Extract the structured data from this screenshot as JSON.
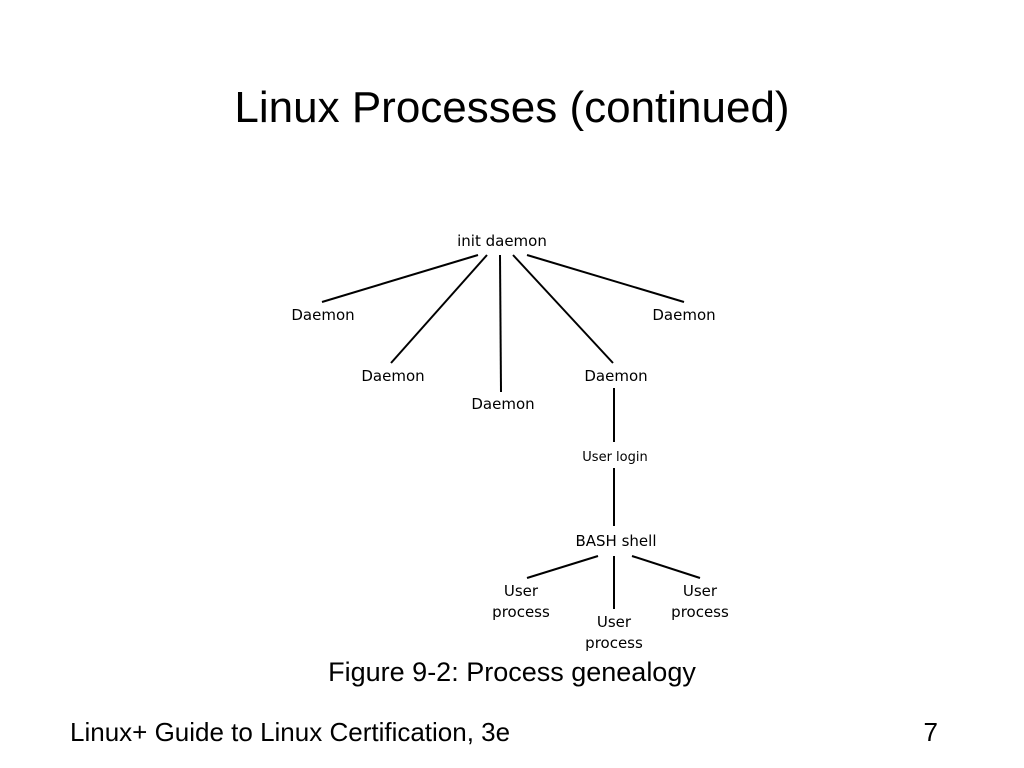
{
  "slide": {
    "title": "Linux Processes (continued)",
    "caption": "Figure 9-2: Process genealogy",
    "footer": "Linux+ Guide to Linux Certification, 3e",
    "page_number": "7"
  },
  "diagram": {
    "root": "init daemon",
    "daemons": [
      "Daemon",
      "Daemon",
      "Daemon",
      "Daemon",
      "Daemon"
    ],
    "user_login": "User login",
    "shell": "BASH shell",
    "user_processes": [
      [
        "User",
        "process"
      ],
      [
        "User",
        "process"
      ],
      [
        "User",
        "process"
      ]
    ]
  }
}
